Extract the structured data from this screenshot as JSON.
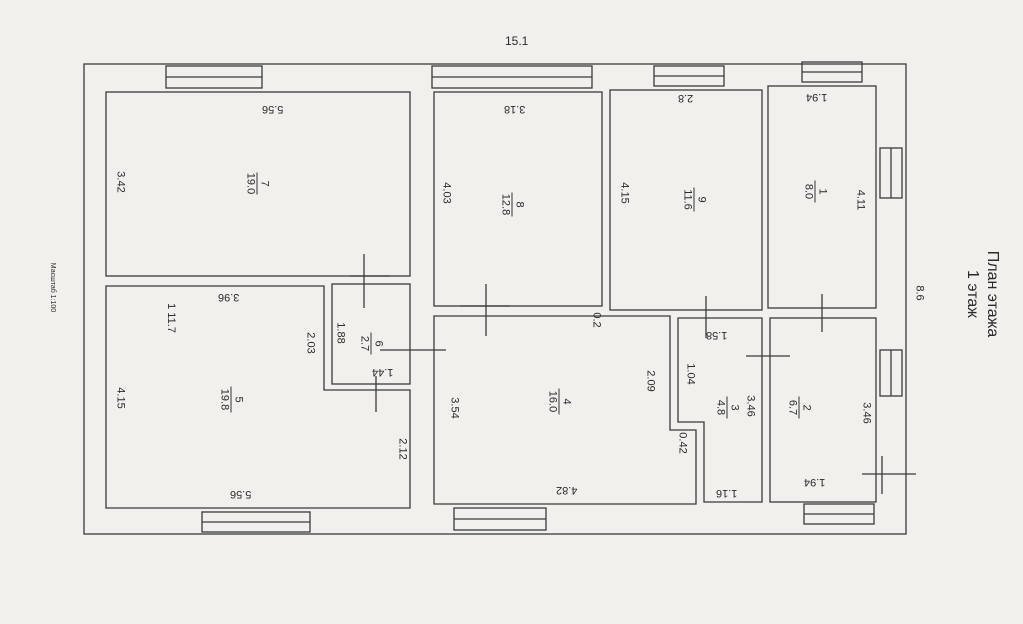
{
  "title": "План этажа",
  "subtitle": "1 этаж",
  "scale": "Масштаб 1:100",
  "overall": {
    "width": "15.1",
    "height": "8.6"
  },
  "rooms": [
    {
      "num": "7",
      "area": "19.0",
      "dims": [
        "5.56",
        "3.42"
      ]
    },
    {
      "num": "8",
      "area": "12.8",
      "dims": [
        "3.18",
        "4.03"
      ]
    },
    {
      "num": "9",
      "area": "11.6",
      "dims": [
        "2.8",
        "4.15"
      ]
    },
    {
      "num": "1",
      "area": "8.0",
      "dims": [
        "1.94",
        "4.11"
      ]
    },
    {
      "num": "6",
      "area": "2.7",
      "dims": [
        "1.88",
        "1.44"
      ]
    },
    {
      "num": "5",
      "area": "19.8",
      "dims": [
        "3.96",
        "4.15",
        "2.03",
        "2.12",
        "5.56"
      ]
    },
    {
      "num": "4",
      "area": "16.0",
      "dims": [
        "3.54",
        "2.09",
        "0.42",
        "4.82",
        "0.2"
      ]
    },
    {
      "num": "3",
      "area": "4.8",
      "dims": [
        "1.58",
        "1.04",
        "3.46",
        "1.16"
      ]
    },
    {
      "num": "2",
      "area": "6.7",
      "dims": [
        "3.46",
        "1.94"
      ]
    }
  ],
  "room5_extra": "1 11.7",
  "colors": {
    "line": "#3a3a3a",
    "paper": "#f1f0ed"
  }
}
